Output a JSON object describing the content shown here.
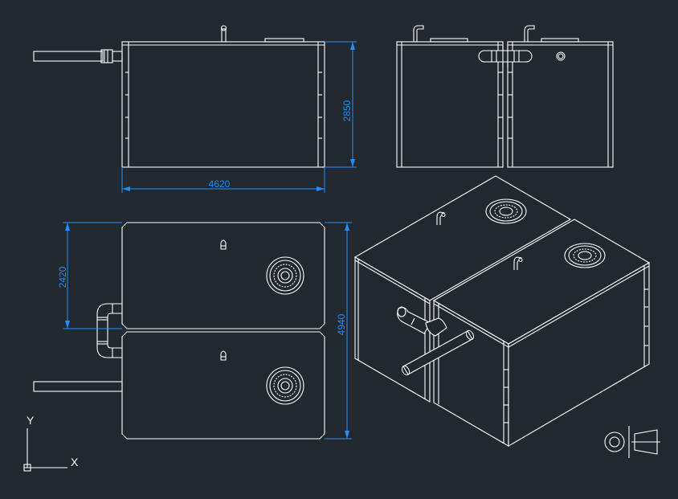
{
  "drawing": {
    "background": "#212830",
    "line_color": "#ffffff",
    "dimension_color": "#1e8fff"
  },
  "dimensions": {
    "front_width": "4620",
    "front_height": "2850",
    "plan_half_height": "2420",
    "plan_total_height": "4940"
  },
  "ucs": {
    "x_label": "X",
    "y_label": "Y"
  }
}
